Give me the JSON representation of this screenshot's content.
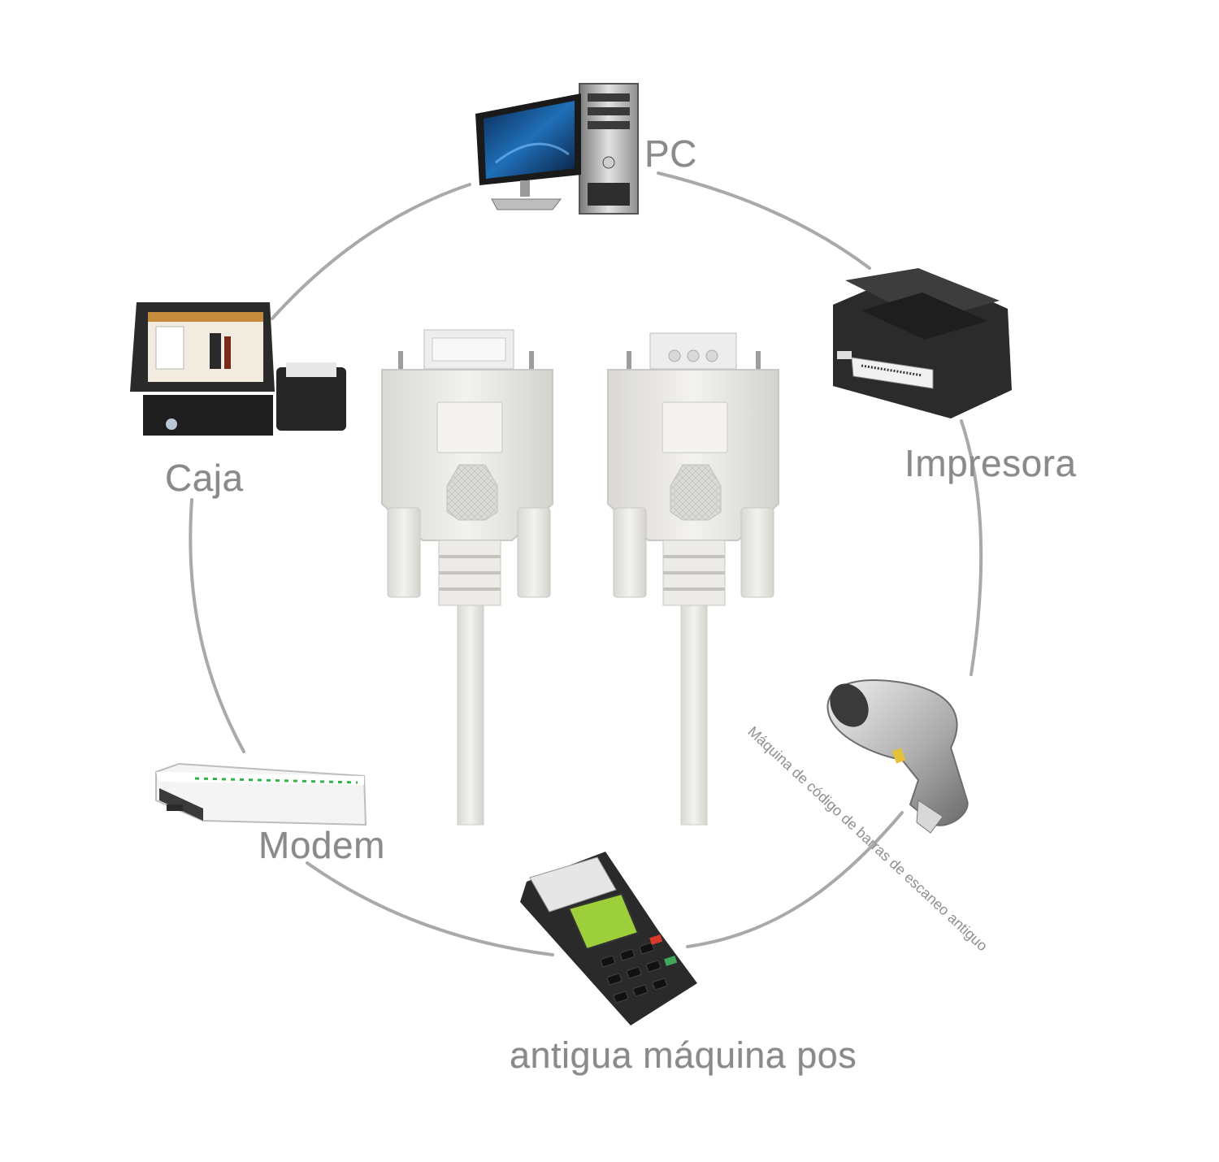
{
  "diagram": {
    "labels": {
      "pc": "PC",
      "printer": "Impresora",
      "cash_register": "Caja",
      "modem": "Modem",
      "pos_machine": "antigua máquina pos",
      "barcode_scanner": "Máquina de código de barras de escaneo antiguo"
    },
    "devices": [
      {
        "id": "pc",
        "icon": "desktop-computer-icon"
      },
      {
        "id": "printer",
        "icon": "label-printer-icon"
      },
      {
        "id": "cash_register",
        "icon": "pos-terminal-with-receipt-printer-icon"
      },
      {
        "id": "modem",
        "icon": "modem-router-icon"
      },
      {
        "id": "pos_machine",
        "icon": "handheld-card-payment-terminal-icon"
      },
      {
        "id": "barcode_scanner",
        "icon": "handheld-barcode-scanner-icon"
      }
    ],
    "center": {
      "icon": "db9-serial-cable-icon",
      "connectors": [
        "female-db9",
        "male-db9"
      ]
    },
    "colors": {
      "ring": "#a9a9a9",
      "label": "#8a8a8a",
      "connector_body": "#ebeae6",
      "device_dark": "#2b2b2b"
    }
  }
}
